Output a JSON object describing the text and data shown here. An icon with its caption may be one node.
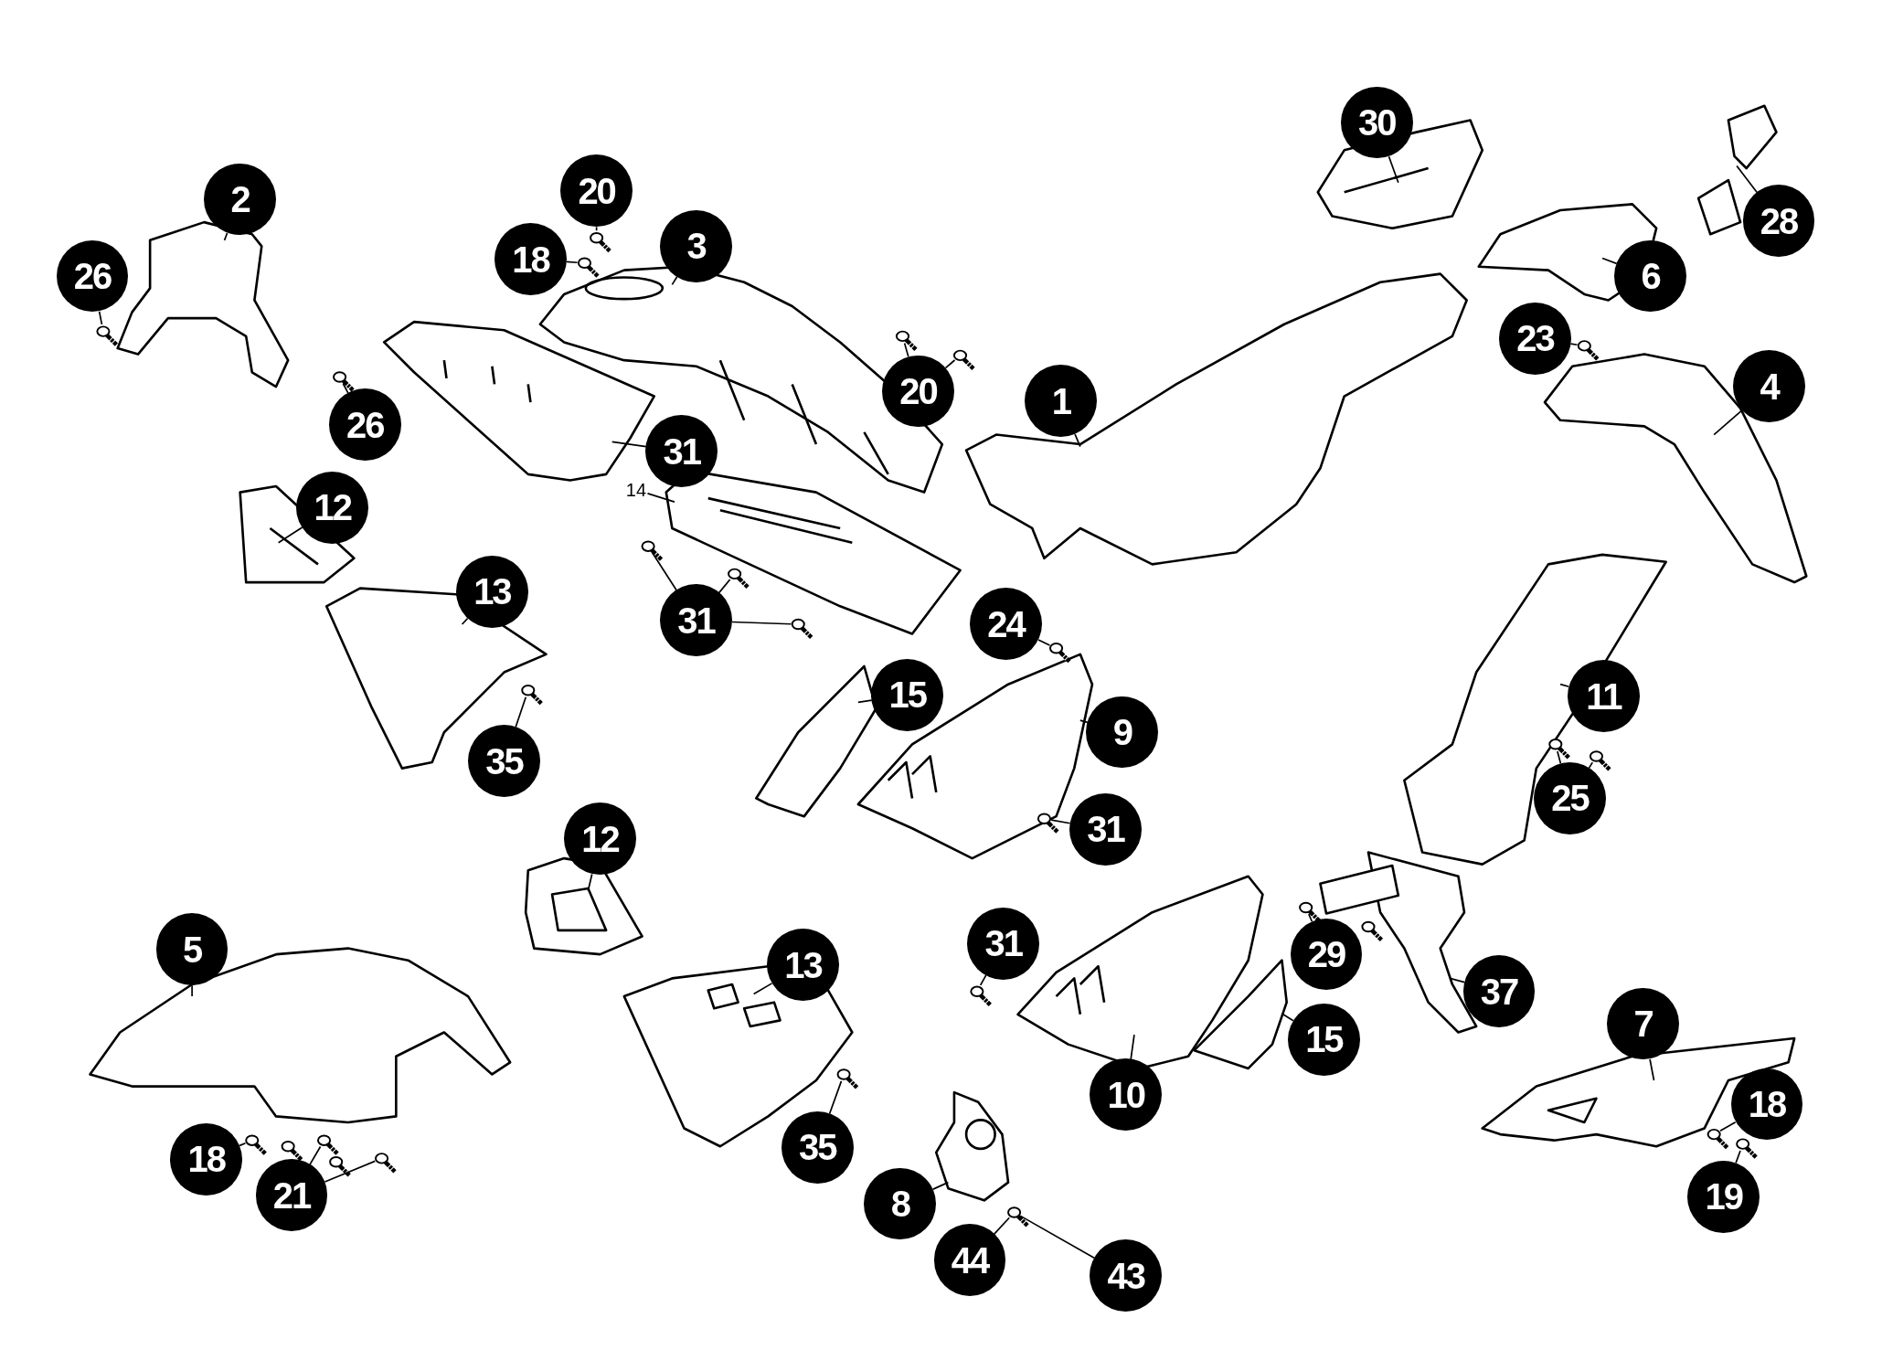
{
  "diagram": {
    "nodes": [
      {
        "text": [
          "30"
        ]
      },
      {
        "text": [
          "20"
        ]
      },
      {
        "text": [
          "2"
        ]
      },
      {
        "text": [
          "28"
        ]
      },
      {
        "text": [
          "3"
        ]
      },
      {
        "text": [
          "18"
        ]
      },
      {
        "text": [
          "26"
        ]
      },
      {
        "text": [
          "6"
        ]
      },
      {
        "text": [
          "23"
        ]
      },
      {
        "text": [
          "4"
        ]
      },
      {
        "text": [
          "20"
        ]
      },
      {
        "text": [
          "1"
        ]
      },
      {
        "text": [
          "26"
        ]
      },
      {
        "text": [
          "31"
        ]
      },
      {
        "text": [
          "14"
        ]
      },
      {
        "text": [
          "12"
        ]
      },
      {
        "text": [
          "13"
        ]
      },
      {
        "text": [
          "31"
        ]
      },
      {
        "text": [
          "24"
        ]
      },
      {
        "text": [
          "15"
        ]
      },
      {
        "text": [
          "11"
        ]
      },
      {
        "text": [
          "9"
        ]
      },
      {
        "text": [
          "35"
        ]
      },
      {
        "text": [
          "25"
        ]
      },
      {
        "text": [
          "31"
        ]
      },
      {
        "text": [
          "12"
        ]
      },
      {
        "text": [
          "31"
        ]
      },
      {
        "text": [
          "5"
        ]
      },
      {
        "text": [
          "29"
        ]
      },
      {
        "text": [
          "13"
        ]
      },
      {
        "text": [
          "37"
        ]
      },
      {
        "text": [
          "7"
        ]
      },
      {
        "text": [
          "15"
        ]
      },
      {
        "text": [
          "10"
        ]
      },
      {
        "text": [
          "18"
        ]
      },
      {
        "text": [
          "35"
        ]
      },
      {
        "text": [
          "18"
        ]
      },
      {
        "text": [
          "21"
        ]
      },
      {
        "text": [
          "19"
        ]
      },
      {
        "text": [
          "8"
        ]
      },
      {
        "text": [
          "44"
        ]
      },
      {
        "text": [
          "43"
        ]
      },
      {
        "text": [],
        "shape": "picture"
      },
      {
        "text": [],
        "shape": "picture"
      },
      {
        "text": [],
        "shape": "picture"
      },
      {
        "text": [],
        "shape": "picture"
      },
      {
        "text": [],
        "shape": "picture"
      },
      {
        "text": [],
        "shape": "picture"
      },
      {
        "text": [],
        "shape": "picture"
      },
      {
        "text": [],
        "shape": "picture"
      },
      {
        "text": [],
        "shape": "picture"
      },
      {
        "text": [],
        "shape": "picture"
      },
      {
        "text": [],
        "shape": "picture"
      },
      {
        "text": [],
        "shape": "picture"
      },
      {
        "text": [],
        "shape": "picture"
      },
      {
        "text": [],
        "shape": "picture"
      },
      {
        "text": [],
        "shape": "picture"
      },
      {
        "text": [],
        "shape": "picture"
      },
      {
        "text": [],
        "shape": "picture"
      },
      {
        "text": [],
        "shape": "picture"
      },
      {
        "text": [],
        "shape": "picture"
      },
      {
        "text": [],
        "shape": "picture"
      },
      {
        "text": [],
        "shape": "picture"
      },
      {
        "text": [],
        "shape": "picture"
      },
      {
        "text": [],
        "shape": "picture"
      },
      {
        "text": [],
        "shape": "picture"
      },
      {
        "text": [],
        "shape": "picture"
      },
      {
        "text": [],
        "shape": "picture"
      },
      {
        "text": [],
        "shape": "picture"
      },
      {
        "text": [],
        "shape": "picture"
      },
      {
        "text": [],
        "shape": "picture"
      },
      {
        "text": [],
        "shape": "picture"
      },
      {
        "text": [],
        "shape": "picture"
      },
      {
        "text": [],
        "shape": "picture"
      },
      {
        "text": [],
        "shape": "picture"
      },
      {
        "text": [],
        "shape": "picture"
      },
      {
        "text": [],
        "shape": "picture"
      },
      {
        "text": [],
        "shape": "picture"
      },
      {
        "text": [],
        "shape": "picture"
      },
      {
        "text": [],
        "shape": "picture"
      },
      {
        "text": [],
        "shape": "picture"
      },
      {
        "text": [],
        "shape": "picture"
      },
      {
        "text": [],
        "shape": "picture"
      },
      {
        "text": [],
        "shape": "picture"
      },
      {
        "text": [],
        "shape": "picture"
      },
      {
        "text": [],
        "shape": "picture"
      },
      {
        "text": [],
        "shape": "picture"
      },
      {
        "text": [],
        "shape": "picture"
      },
      {
        "text": [],
        "shape": "picture"
      },
      {
        "text": [],
        "shape": "picture"
      },
      {
        "text": [],
        "shape": "picture"
      },
      {
        "text": [],
        "shape": "picture"
      },
      {
        "text": [],
        "shape": "picture"
      }
    ],
    "edges": [
      {
        "from": 0,
        "to": 47,
        "arrow": "none"
      },
      {
        "from": 1,
        "to": 68,
        "arrow": "none"
      },
      {
        "from": 2,
        "to": 42,
        "arrow": "none"
      },
      {
        "from": 3,
        "to": 48,
        "arrow": "none"
      },
      {
        "from": 4,
        "to": 43,
        "arrow": "none"
      },
      {
        "from": 5,
        "to": 69,
        "arrow": "none"
      },
      {
        "from": 6,
        "to": 66,
        "arrow": "none"
      },
      {
        "from": 7,
        "to": 50,
        "arrow": "none"
      },
      {
        "from": 8,
        "to": 75,
        "arrow": "none"
      },
      {
        "from": 9,
        "to": 51,
        "arrow": "none"
      },
      {
        "from": 10,
        "to": 70,
        "arrow": "none"
      },
      {
        "from": 10,
        "to": 71,
        "arrow": "none"
      },
      {
        "from": 11,
        "to": 46,
        "arrow": "none"
      },
      {
        "from": 12,
        "to": 67,
        "arrow": "none"
      },
      {
        "from": 13,
        "to": 44,
        "arrow": "none"
      },
      {
        "from": 14,
        "to": 45,
        "arrow": "none"
      },
      {
        "from": 17,
        "to": 72,
        "arrow": "none"
      },
      {
        "from": 17,
        "to": 73,
        "arrow": "none"
      },
      {
        "from": 17,
        "to": 74,
        "arrow": "none"
      },
      {
        "from": 15,
        "to": 53,
        "arrow": "none"
      },
      {
        "from": 16,
        "to": 54,
        "arrow": "none"
      },
      {
        "from": 18,
        "to": 76,
        "arrow": "none"
      },
      {
        "from": 19,
        "to": 55,
        "arrow": "none"
      },
      {
        "from": 20,
        "to": 52,
        "arrow": "none"
      },
      {
        "from": 21,
        "to": 56,
        "arrow": "none"
      },
      {
        "from": 22,
        "to": 80,
        "arrow": "none"
      },
      {
        "from": 23,
        "to": 78,
        "arrow": "none"
      },
      {
        "from": 23,
        "to": 79,
        "arrow": "none"
      },
      {
        "from": 24,
        "to": 77,
        "arrow": "none"
      },
      {
        "from": 25,
        "to": 57,
        "arrow": "none"
      },
      {
        "from": 26,
        "to": 87,
        "arrow": "none"
      },
      {
        "from": 27,
        "to": 58,
        "arrow": "none"
      },
      {
        "from": 28,
        "to": 88,
        "arrow": "none"
      },
      {
        "from": 29,
        "to": 59,
        "arrow": "none"
      },
      {
        "from": 30,
        "to": 62,
        "arrow": "none"
      },
      {
        "from": 31,
        "to": 65,
        "arrow": "none"
      },
      {
        "from": 32,
        "to": 61,
        "arrow": "none"
      },
      {
        "from": 33,
        "to": 60,
        "arrow": "none"
      },
      {
        "from": 34,
        "to": 91,
        "arrow": "none"
      },
      {
        "from": 35,
        "to": 86,
        "arrow": "none"
      },
      {
        "from": 36,
        "to": 81,
        "arrow": "none"
      },
      {
        "from": 37,
        "to": 83,
        "arrow": "none"
      },
      {
        "from": 37,
        "to": 85,
        "arrow": "none"
      },
      {
        "from": 38,
        "to": 92,
        "arrow": "none"
      },
      {
        "from": 39,
        "to": 64,
        "arrow": "none"
      },
      {
        "from": 40,
        "to": 90,
        "arrow": "none"
      },
      {
        "from": 41,
        "to": 90,
        "arrow": "none"
      }
    ]
  }
}
